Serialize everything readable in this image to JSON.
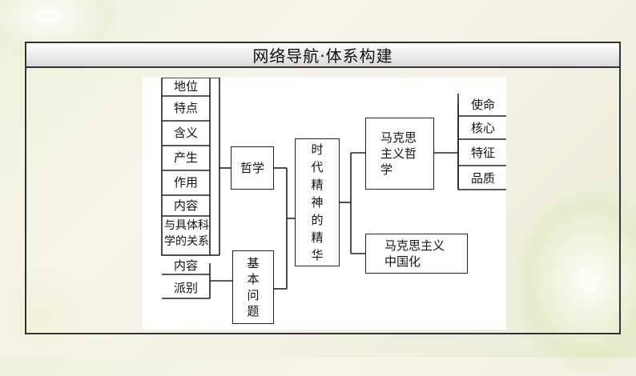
{
  "header": {
    "title": "网络导航·体系构建"
  },
  "diagram": {
    "left_items": [
      "地位",
      "特点",
      "含义",
      "产生",
      "作用",
      "内容",
      "与具体科学的关系"
    ],
    "philosophy": "哲学",
    "basic_items": [
      "内容",
      "派别"
    ],
    "basic_question": "基本问题",
    "center": "时代精神的精华",
    "marxist_philosophy": "马克思主义哲学",
    "right_items": [
      "使命",
      "核心",
      "特征",
      "品质"
    ],
    "sinicization": "马克思主义中国化"
  }
}
